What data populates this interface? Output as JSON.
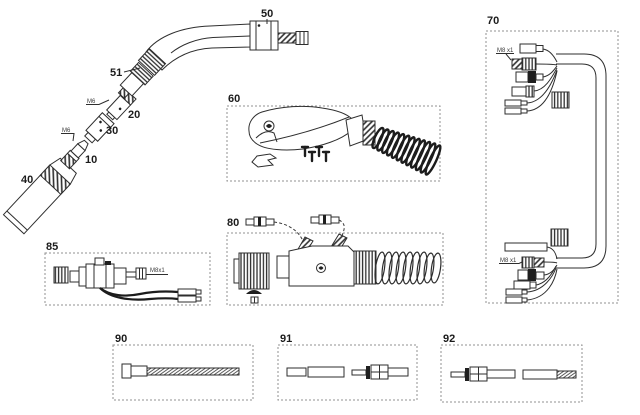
{
  "diagram": {
    "kind": "exploded-parts-diagram",
    "subject": "MIG welding torch spare parts"
  },
  "colors": {
    "background": "#ffffff",
    "line": "#2e2e2e",
    "dark_fill": "#1f1f1f",
    "box_border": "#909090",
    "label": "#1b1b1b"
  },
  "callouts": {
    "p50": "50",
    "p51": "51",
    "p20": "20",
    "p30": "30",
    "p10": "10",
    "p40": "40"
  },
  "thread_labels": {
    "near_p20": "M6",
    "near_p10": "M6"
  },
  "boxes": {
    "b60": {
      "label": "60"
    },
    "b70": {
      "label": "70",
      "thread_top": "M8 x1",
      "thread_bottom": "M8 x1"
    },
    "b80": {
      "label": "80"
    },
    "b85": {
      "label": "85",
      "thread": "M8x1"
    },
    "b90": {
      "label": "90"
    },
    "b91": {
      "label": "91"
    },
    "b92": {
      "label": "92"
    }
  }
}
